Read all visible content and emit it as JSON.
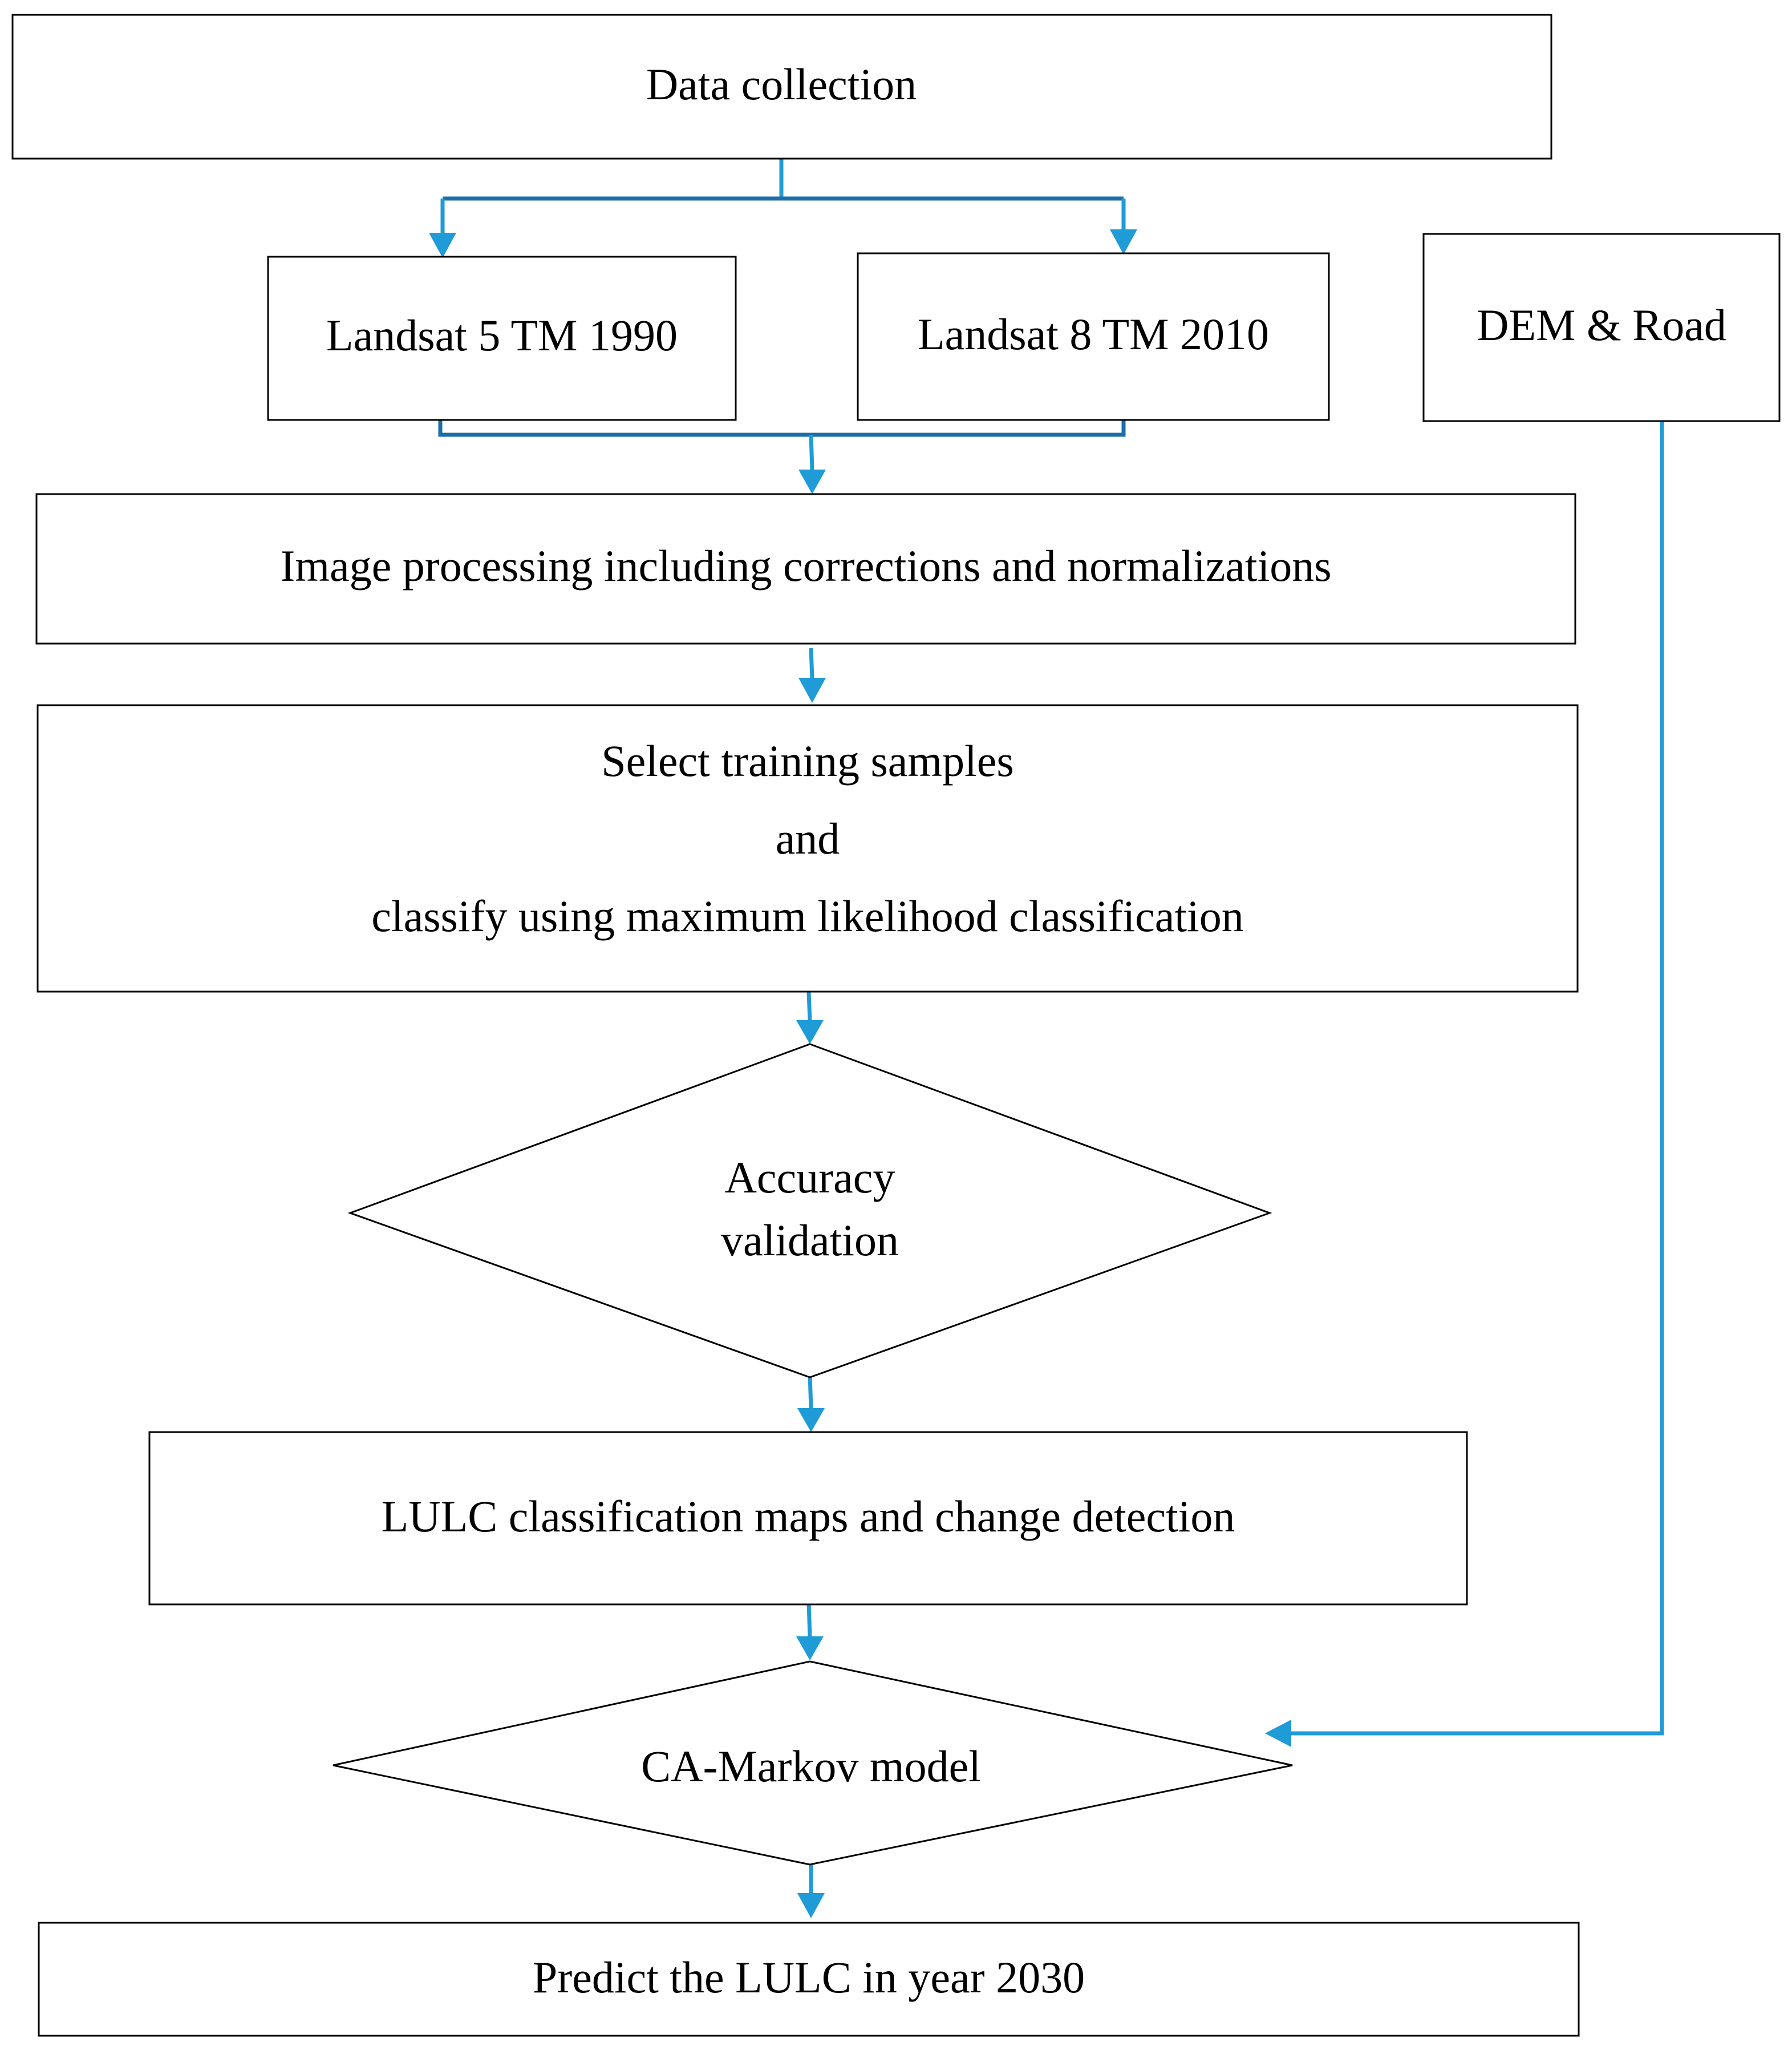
{
  "nodes": {
    "data_collection": "Data collection",
    "landsat5": "Landsat 5 TM 1990",
    "landsat8": "Landsat 8 TM 2010",
    "dem_road": "DEM & Road",
    "image_processing": "Image processing including corrections and normalizations",
    "training_line1": "Select training samples",
    "training_line2": "and",
    "training_line3": "classify using maximum likelihood classification",
    "accuracy_line1": "Accuracy",
    "accuracy_line2": "validation",
    "lulc_maps": "LULC classification maps and change detection",
    "ca_markov": "CA-Markov model",
    "predict": "Predict the LULC in year 2030"
  },
  "colors": {
    "arrow": "#1f9bd7",
    "branch": "#1b6ea8",
    "box_stroke": "#000000"
  }
}
